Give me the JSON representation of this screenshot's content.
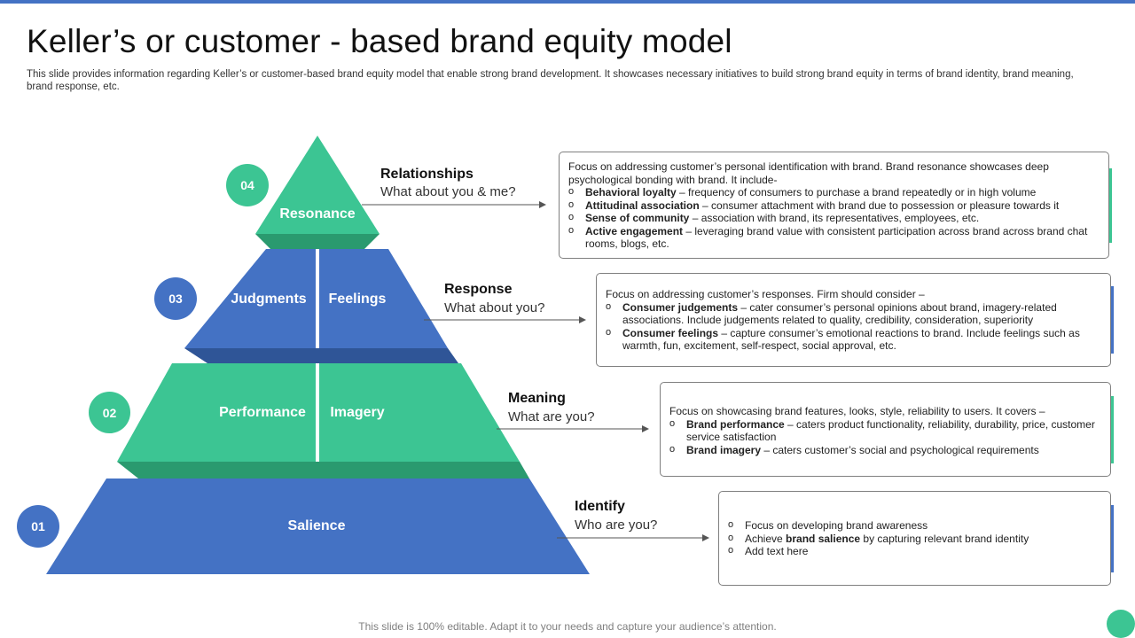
{
  "title": "Keller’s or customer - based brand equity model",
  "subtitle": "This slide provides information regarding Keller’s or customer-based brand equity model that enable strong brand development. It showcases necessary initiatives to build strong brand equity in terms of brand identity, brand meaning, brand response, etc.",
  "colors": {
    "green": "#3cc593",
    "blue": "#4472c4",
    "dark_blue": "#2f5597",
    "dark_green": "#2a9a6f"
  },
  "levels": [
    {
      "number": "04",
      "tiers": [
        "Resonance"
      ],
      "heading": "Relationships",
      "question": "What about you & me?",
      "card": {
        "intro": "Focus on addressing customer’s personal identification with brand. Brand resonance showcases deep psychological bonding with brand.  It include-",
        "bullets": [
          {
            "bold": "Behavioral loyalty",
            "text": " – frequency of consumers to purchase a brand repeatedly or in high volume"
          },
          {
            "bold": "Attitudinal  association",
            "text": " – consumer attachment with brand due to possession or pleasure towards it"
          },
          {
            "bold": "Sense of community",
            "text": " – association with brand, its representatives, employees, etc."
          },
          {
            "bold": "Active engagement",
            "text": " – leveraging brand value with consistent participation across brand across brand chat rooms, blogs, etc."
          }
        ]
      }
    },
    {
      "number": "03",
      "tiers": [
        "Judgments",
        "Feelings"
      ],
      "heading": "Response",
      "question": "What about you?",
      "card": {
        "intro": "Focus on addressing customer’s responses. Firm should consider –",
        "bullets": [
          {
            "bold": "Consumer judgements",
            "text": " – cater consumer’s personal opinions about brand, imagery-related associations. Include judgements related to quality, credibility, consideration, superiority"
          },
          {
            "bold": "Consumer feelings",
            "text": " – capture consumer’s emotional reactions to brand. Include feelings such as warmth, fun, excitement, self-respect, social approval, etc."
          }
        ]
      }
    },
    {
      "number": "02",
      "tiers": [
        "Performance",
        "Imagery"
      ],
      "heading": "Meaning",
      "question": "What are you?",
      "card": {
        "intro": "Focus on showcasing brand features, looks, style, reliability to users. It covers –",
        "bullets": [
          {
            "bold": "Brand performance",
            "text": " – caters product functionality, reliability, durability, price, customer service satisfaction"
          },
          {
            "bold": "Brand imagery",
            "text": " – caters customer’s social and psychological requirements"
          }
        ]
      }
    },
    {
      "number": "01",
      "tiers": [
        "Salience"
      ],
      "heading": "Identify",
      "question": "Who are you?",
      "card": {
        "intro": "",
        "bullets": [
          {
            "bold": "",
            "text": "Focus on developing brand awareness"
          },
          {
            "bold": "",
            "pre": "Achieve ",
            "boldmid": "brand salience",
            "text": " by capturing relevant brand identity"
          },
          {
            "bold": "",
            "text": "Add text here"
          }
        ]
      }
    }
  ],
  "footer": "This slide is 100% editable. Adapt it to your needs and capture your audience’s attention."
}
